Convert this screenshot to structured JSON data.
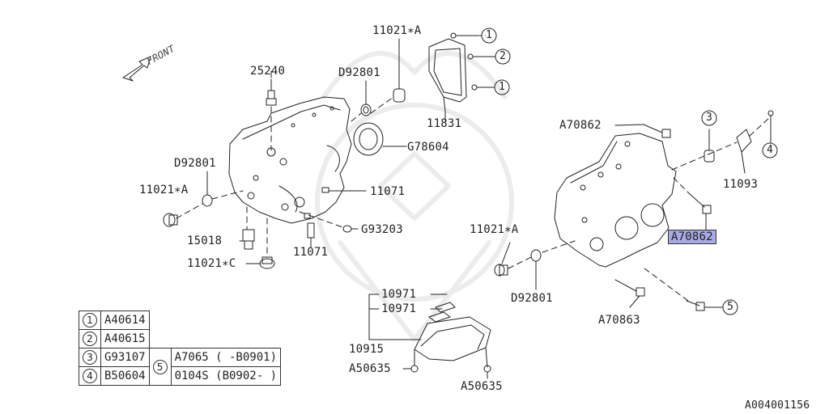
{
  "diagram": {
    "front_label": "FRONT",
    "reference_code": "A004001156",
    "callouts": {
      "c1_top": "1",
      "c2": "2",
      "c1_mid": "1",
      "c3": "3",
      "c4": "4",
      "c5_right": "5"
    },
    "part_labels": {
      "p11021A_top": "11021∗A",
      "p25240": "25240",
      "pD92801_top": "D92801",
      "p11831": "11831",
      "pG78604": "G78604",
      "pD92801_left": "D92801",
      "p11021A_left": "11021∗A",
      "p11071_a": "11071",
      "pG93203": "G93203",
      "p15018": "15018",
      "p11071_b": "11071",
      "p11021C": "11021∗C",
      "pA70862_top": "A70862",
      "p11093": "11093",
      "pA70862_hl": "A70862",
      "p11021A_right": "11021∗A",
      "pD92801_right": "D92801",
      "pA70863": "A70863",
      "p10971_a": "10971",
      "p10971_b": "10971",
      "p10915": "10915",
      "pA50635_left": "A50635",
      "pA50635_right": "A50635"
    },
    "highlight_color": "#a9a9e6"
  },
  "legend": {
    "rows": [
      {
        "num": "1",
        "code": "A40614"
      },
      {
        "num": "2",
        "code": "A40615"
      },
      {
        "num": "3",
        "code": "G93107"
      },
      {
        "num": "4",
        "code": "B50604"
      }
    ],
    "item5": {
      "num": "5",
      "line1": "A7065 ( -B0901)",
      "line2": "0104S (B0902- )"
    }
  }
}
